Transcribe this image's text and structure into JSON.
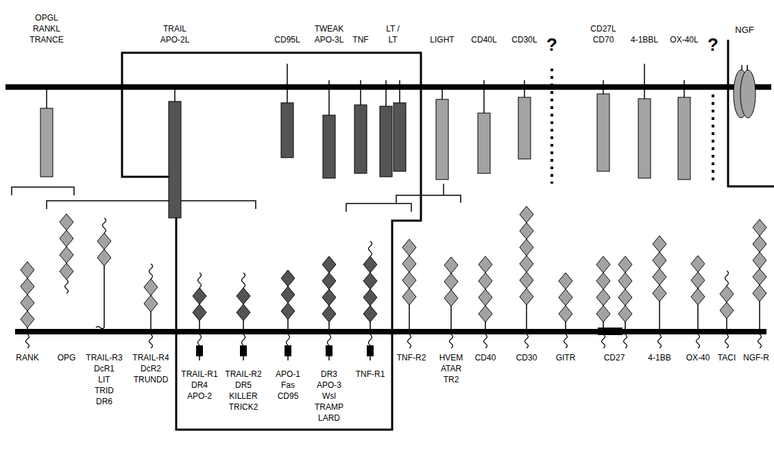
{
  "diagram": {
    "nodes": [
      {
        "text": [
          "OPGL RANKL TRANCE"
        ]
      },
      {
        "text": [
          "TRAIL APO-2L"
        ]
      },
      {
        "text": [
          "CD95L"
        ]
      },
      {
        "text": [
          "TWEAK APO-3L"
        ]
      },
      {
        "text": [
          "TNF"
        ]
      },
      {
        "text": [
          "LT / LT"
        ]
      },
      {
        "text": [
          "LIGHT"
        ]
      },
      {
        "text": [
          "CD40L"
        ]
      },
      {
        "text": [
          "CD30L"
        ]
      },
      {
        "text": [
          "?"
        ]
      },
      {
        "text": [
          "CD27L CD70"
        ]
      },
      {
        "text": [
          "4-1BBL"
        ]
      },
      {
        "text": [
          "OX-40L"
        ]
      },
      {
        "text": [
          "?"
        ]
      },
      {
        "text": [
          "NGF"
        ]
      },
      {
        "text": [
          "RANK"
        ]
      },
      {
        "text": [
          "OPG"
        ]
      },
      {
        "text": [
          "TRAIL-R3 DcR1 LIT TRID DR6"
        ]
      },
      {
        "text": [
          "TRAIL-R4 DcR2 TRUNDD"
        ]
      },
      {
        "text": [
          "TRAIL-R1 DR4 APO-2"
        ]
      },
      {
        "text": [
          "TRAIL-R2 DR5 KILLER TRICK2"
        ]
      },
      {
        "text": [
          "APO-1 Fas CD95"
        ]
      },
      {
        "text": [
          "DR3 APO-3 Wsl TRAMP LARD"
        ]
      },
      {
        "text": [
          "TNF-R1"
        ]
      },
      {
        "text": [
          "TNF-R2"
        ]
      },
      {
        "text": [
          "HVEM ATAR TR2"
        ]
      },
      {
        "text": [
          "CD40"
        ]
      },
      {
        "text": [
          "CD30"
        ]
      },
      {
        "text": [
          "GITR"
        ]
      },
      {
        "text": [
          "CD27"
        ]
      },
      {
        "text": [
          "4-1BB"
        ]
      },
      {
        "text": [
          "OX-40"
        ]
      },
      {
        "text": [
          "TACI"
        ]
      },
      {
        "text": [
          "NGF-R"
        ]
      }
    ]
  }
}
